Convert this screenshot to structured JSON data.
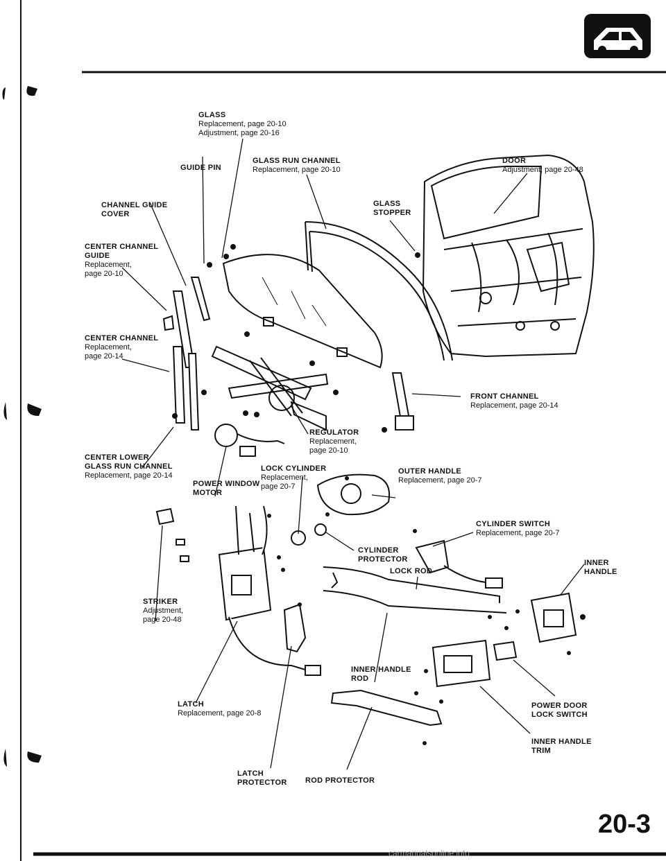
{
  "labels": {
    "glass": {
      "title": "GLASS",
      "l1": "Replacement, page 20-10",
      "l2": "Adjustment, page 20-16"
    },
    "guide_pin": {
      "title": "GUIDE PIN"
    },
    "glass_run_channel": {
      "title": "GLASS RUN CHANNEL",
      "l1": "Replacement, page 20-10"
    },
    "door": {
      "title": "DOOR",
      "l1": "Adjustment, page 20-48"
    },
    "channel_guide_cover": {
      "title": "CHANNEL GUIDE",
      "t2": "COVER"
    },
    "glass_stopper": {
      "title": "GLASS",
      "t2": "STOPPER"
    },
    "center_channel_guide": {
      "title": "CENTER CHANNEL",
      "t2": "GUIDE",
      "l1": "Replacement,",
      "l2": "page 20-10"
    },
    "center_channel": {
      "title": "CENTER CHANNEL",
      "l1": "Replacement,",
      "l2": "page 20-14"
    },
    "front_channel": {
      "title": "FRONT CHANNEL",
      "l1": "Replacement, page 20-14"
    },
    "regulator": {
      "title": "REGULATOR",
      "l1": "Replacement,",
      "l2": "page 20-10"
    },
    "center_lower": {
      "title": "CENTER LOWER",
      "t2": "GLASS RUN CHANNEL",
      "l1": "Replacement, page 20-14"
    },
    "lock_cylinder": {
      "title": "LOCK CYLINDER",
      "l1": "Replacement,",
      "l2": "page 20-7"
    },
    "outer_handle": {
      "title": "OUTER HANDLE",
      "l1": "Replacement, page 20-7"
    },
    "power_window_motor": {
      "title": "POWER WINDOW",
      "t2": "MOTOR"
    },
    "cylinder_switch": {
      "title": "CYLINDER SWITCH",
      "l1": "Replacement, page 20-7"
    },
    "cylinder_protector": {
      "title": "CYLINDER",
      "t2": "PROTECTOR"
    },
    "lock_rod": {
      "title": "LOCK ROD"
    },
    "inner_handle": {
      "title": "INNER",
      "t2": "HANDLE"
    },
    "striker": {
      "title": "STRIKER",
      "l1": "Adjustment,",
      "l2": "page 20-48"
    },
    "inner_handle_rod": {
      "title": "INNER HANDLE",
      "t2": "ROD"
    },
    "latch": {
      "title": "LATCH",
      "l1": "Replacement, page 20-8"
    },
    "power_door_lock_switch": {
      "title": "POWER DOOR",
      "t2": "LOCK SWITCH"
    },
    "latch_protector": {
      "title": "LATCH",
      "t2": "PROTECTOR"
    },
    "inner_handle_trim": {
      "title": "INNER HANDLE",
      "t2": "TRIM"
    },
    "rod_protector": {
      "title": "ROD PROTECTOR"
    }
  },
  "page_number": "20-3",
  "watermark": "carmanualsonline.info"
}
